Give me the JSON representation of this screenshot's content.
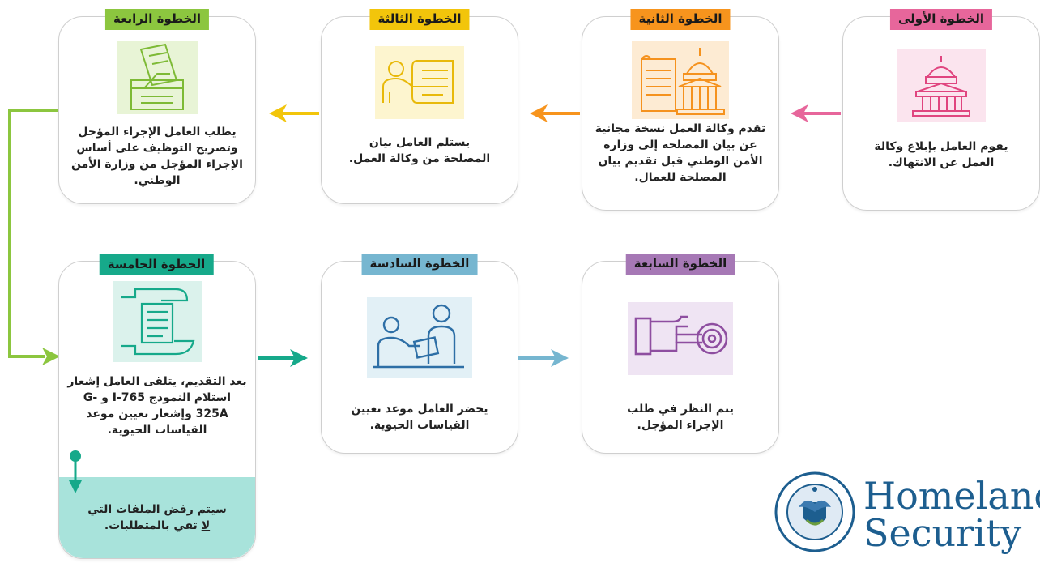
{
  "steps": [
    {
      "badge": "الخطوة الأولى",
      "text": "يقوم العامل بإبلاغ وكالة العمل عن الانتهاك.",
      "color": "#e7669b",
      "icon": "capitol-building-icon"
    },
    {
      "badge": "الخطوة الثانية",
      "text": "تقدم وكالة العمل نسخة مجانية عن بيان المصلحة إلى وزارة الأمن الوطني قبل تقديم بيان المصلحة للعمال.",
      "color": "#f7941d",
      "icon": "document-and-capitol-icon"
    },
    {
      "badge": "الخطوة الثالثة",
      "text": "يستلم العامل بيان المصلحة من وكالة العمل.",
      "color": "#f2c50b",
      "icon": "person-with-scroll-icon"
    },
    {
      "badge": "الخطوة الرابعة",
      "text": "يطلب العامل الإجراء المؤجل وتصريح التوظيف على أساس الإجراء المؤجل من وزارة الأمن الوطني.",
      "color": "#8cc63f",
      "icon": "ballot-box-icon"
    },
    {
      "badge": "الخطوة الخامسة",
      "text": "بعد التقديم، يتلقى العامل إشعار استلام النموذج I-765 و G-325A وإشعار تعيين موعد القياسات الحيوية.",
      "color": "#16a98a",
      "icon": "hand-with-document-icon",
      "note_line1": "سيتم رفض الملفات التي",
      "note_line2_bold": "لا",
      "note_line2_rest": " تفي بالمتطلبات."
    },
    {
      "badge": "الخطوة السادسة",
      "text": "يحضر العامل موعد تعيين القياسات الحيوية.",
      "color": "#76b6d0",
      "icon": "two-people-meeting-icon"
    },
    {
      "badge": "الخطوة السابعة",
      "text": "يتم النظر في طلب الإجراء المؤجل.",
      "color": "#a678b5",
      "icon": "pointing-hand-target-icon"
    }
  ],
  "logo": {
    "line1": "Homeland",
    "line2": "Security",
    "seal_icon": "dhs-seal-icon",
    "color": "#1d5e8f"
  }
}
